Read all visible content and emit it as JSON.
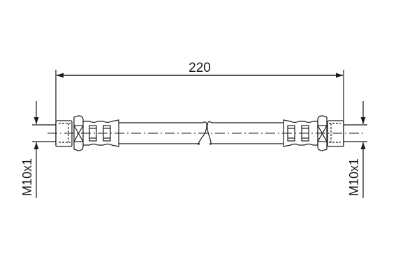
{
  "drawing": {
    "type": "brake hose technical drawing",
    "length_dimension": "220",
    "left_thread_label": "M10x1",
    "right_thread_label": "M10x1",
    "line_color": "#1a1a1a",
    "background_color": "#ffffff"
  }
}
